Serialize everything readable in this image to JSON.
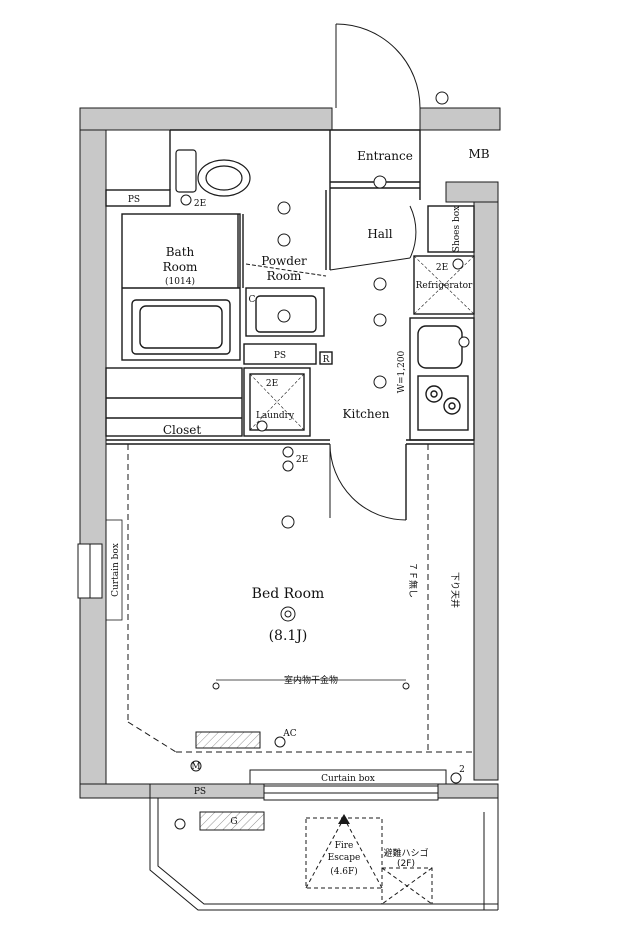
{
  "rooms": {
    "entrance": "Entrance",
    "mb": "MB",
    "hall": "Hall",
    "shoes_box": "Shoes box",
    "bath_room": "Bath",
    "bath_room_2": "Room",
    "bath_size": "(1014)",
    "powder_room": "Powder",
    "powder_room_2": "Room",
    "refrigerator": "Refrigerator",
    "kitchen": "Kitchen",
    "laundry": "Laundry",
    "closet": "Closet",
    "bed_room": "Bed Room",
    "bed_room_size": "(8.1J)",
    "curtain_box_left": "Curtain box",
    "curtain_box_bottom": "Curtain box"
  },
  "markers": {
    "ps_top": "PS",
    "ps_powder": "PS",
    "ps_bottom": "PS",
    "r": "R",
    "c": "C",
    "two_e_toilet": "2E",
    "two_e_fridge": "2E",
    "two_e_laundry": "2E",
    "two_e_bed": "2E",
    "ac": "AC",
    "m": "M",
    "g": "G",
    "two_bottom": "2",
    "w_dimension": "W=1,200"
  },
  "japanese": {
    "ceiling_drop": "下り天井",
    "side_note": "７Ｆ無し",
    "drying_rail": "室内物干金物",
    "evac_ladder": "避難ハシゴ",
    "evac_ladder_floor": "(2F)"
  },
  "fire_escape": {
    "line1": "Fire",
    "line2": "Escape",
    "line3": "(4.6F)"
  },
  "colors": {
    "wall_fill": "#c8c8c8",
    "line": "#1a1a1a"
  }
}
